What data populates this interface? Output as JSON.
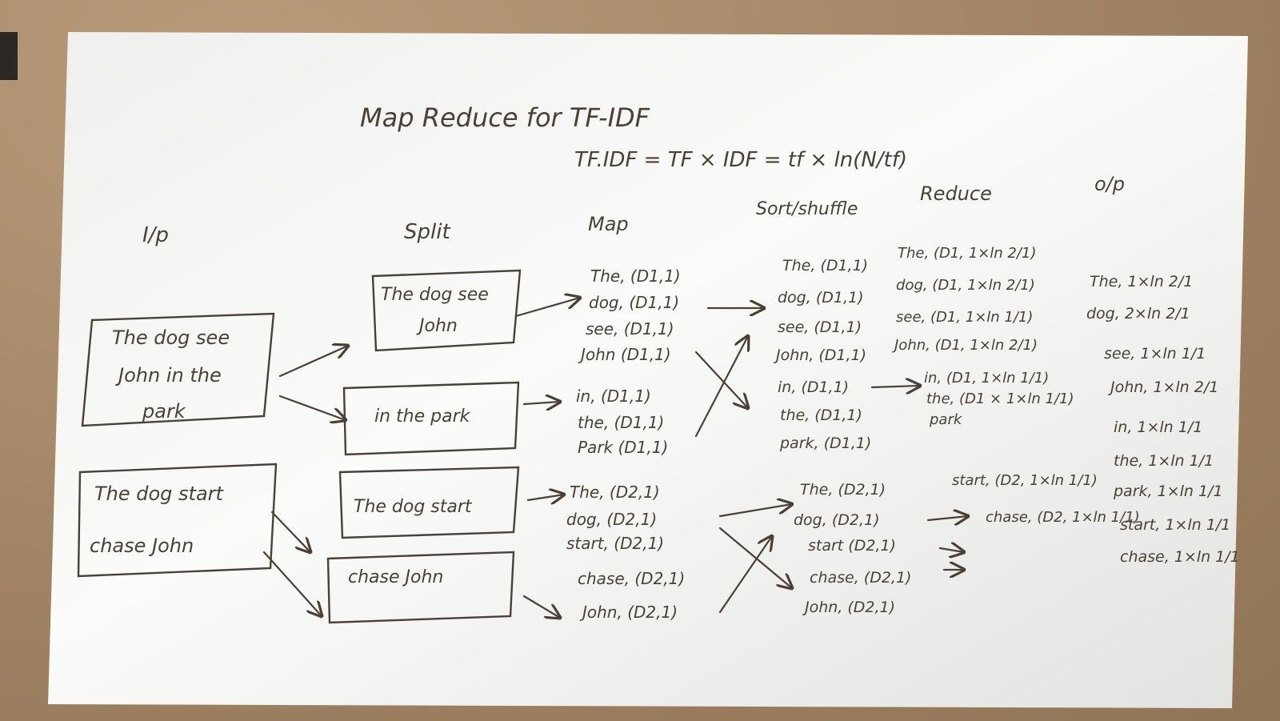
{
  "title": "Map Reduce for TF-IDF",
  "formula": "TF.IDF = TF × IDF = tf × ln(N/tf)",
  "headers": {
    "ip": "I/p",
    "split": "Split",
    "map": "Map",
    "sort": "Sort/shuffle",
    "reduce": "Reduce",
    "op": "o/p"
  },
  "inputs": [
    [
      "The dog see",
      "John in the",
      "park"
    ],
    [
      "The dog start",
      "chase John"
    ]
  ],
  "splits": [
    [
      "The dog see",
      "John"
    ],
    [
      "in the park"
    ],
    [
      "The dog start"
    ],
    [
      "chase John"
    ]
  ],
  "map": [
    [
      "The, (D1,1)",
      "dog, (D1,1)",
      "see, (D1,1)",
      "John (D1,1)"
    ],
    [
      "in, (D1,1)",
      "the, (D1,1)",
      "Park (D1,1)"
    ],
    [
      "The, (D2,1)",
      "dog, (D2,1)",
      "start, (D2,1)"
    ],
    [
      "chase, (D2,1)",
      "John, (D2,1)"
    ]
  ],
  "sort": [
    [
      "The, (D1,1)",
      "dog, (D1,1)",
      "see, (D1,1)",
      "John, (D1,1)",
      "in, (D1,1)",
      "the, (D1,1)",
      "park, (D1,1)"
    ],
    [
      "The, (D2,1)",
      "dog, (D2,1)",
      "start (D2,1)",
      "chase, (D2,1)",
      "John, (D2,1)"
    ]
  ],
  "reduce": [
    "The, (D1, 1×ln 2/1)",
    "dog, (D1, 1×ln 2/1)",
    "see, (D1, 1×ln 1/1)",
    "John, (D1, 1×ln 2/1)",
    "in, (D1, 1×ln 1/1)",
    "the, (D1 × 1×ln 1/1)",
    "park",
    "start, (D2, 1×ln 1/1)",
    "chase, (D2, 1×ln 1/1)"
  ],
  "output": [
    "The, 1×ln 2/1",
    "dog, 2×ln 2/1",
    "see, 1×ln 1/1",
    "John, 1×ln 2/1",
    "in, 1×ln 1/1",
    "the, 1×ln 1/1",
    "park, 1×ln 1/1",
    "start, 1×ln 1/1",
    "chase, 1×ln 1/1"
  ]
}
